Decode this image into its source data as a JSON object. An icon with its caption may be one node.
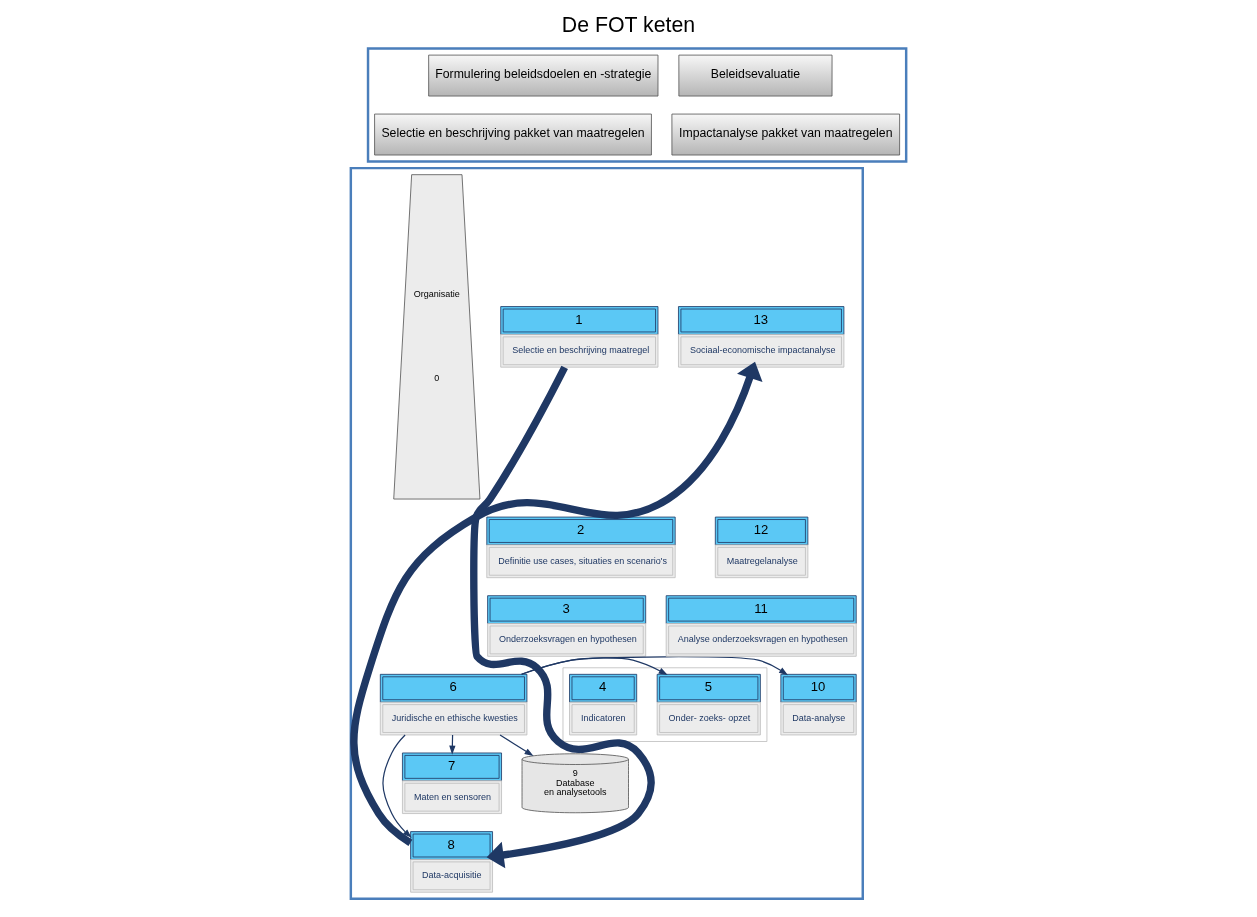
{
  "diagram": {
    "title": "De FOT keten",
    "nodes": [
      {
        "text": [],
        "shape": "box"
      },
      {
        "text": [
          "Formulering beleidsdoelen en -strategie"
        ],
        "in": 0
      },
      {
        "text": [
          "Selectie en beschrijving pakket van maatregelen"
        ],
        "in": 0
      },
      {
        "text": [
          "Beleidsevaluatie"
        ],
        "in": 0
      },
      {
        "text": [
          "Impactanalyse pakket van maatregelen"
        ],
        "in": 0
      },
      {
        "text": [],
        "shape": "box"
      },
      {
        "text": [
          "Organisatie",
          "0"
        ],
        "in": 5
      },
      {
        "text": [
          "1",
          "Selectie en beschrijving maatregel"
        ],
        "in": 5
      },
      {
        "text": [
          "2",
          "Definitie use cases, situaties en scenario's"
        ],
        "in": 5
      },
      {
        "text": [
          "3",
          "Onderzoeksvragen en hypothesen"
        ],
        "in": 5
      },
      {
        "text": [],
        "shape": "box",
        "in": 5
      },
      {
        "text": [
          "4",
          "Indicatoren"
        ],
        "in": 10
      },
      {
        "text": [
          "5",
          "Onder- zoeks- opzet"
        ],
        "in": 10
      },
      {
        "text": [
          "6",
          "Juridische en ethische kwesties"
        ],
        "in": 5
      },
      {
        "text": [
          "7",
          "Maten en sensoren"
        ],
        "in": 5
      },
      {
        "text": [
          "8",
          "Data-acquisitie"
        ],
        "in": 5
      },
      {
        "text": [
          "9",
          "Database",
          "en analysetools"
        ],
        "in": 5
      },
      {
        "text": [
          "10",
          "Data-analyse"
        ],
        "in": 5
      },
      {
        "text": [
          "11",
          "Analyse onderzoeksvragen en hypothesen"
        ],
        "in": 5
      },
      {
        "text": [
          "12",
          "Maatregelanalyse"
        ],
        "in": 5
      },
      {
        "text": [
          "13",
          "Sociaal-economische impactanalyse"
        ],
        "in": 5
      }
    ],
    "edges": [
      {
        "from": 13,
        "to": 12,
        "arrow": "to"
      },
      {
        "from": 13,
        "to": 17,
        "arrow": "to"
      },
      {
        "from": 13,
        "to": 14,
        "arrow": "to"
      },
      {
        "from": 13,
        "to": 15,
        "arrow": "to"
      },
      {
        "from": 13,
        "to": 16,
        "arrow": "to"
      },
      {
        "from": 7,
        "to": 15,
        "arrow": "to",
        "style": "thick"
      },
      {
        "from": 15,
        "to": 20,
        "arrow": "to",
        "style": "thick"
      }
    ]
  }
}
